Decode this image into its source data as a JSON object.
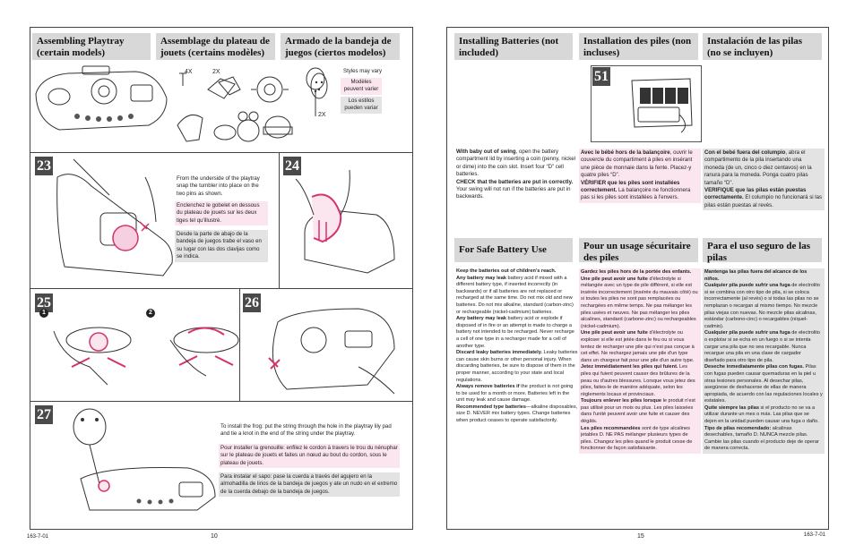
{
  "left_page": {
    "headers": {
      "en": "Assembling Playtray (certain models)",
      "fr": "Assemblage du plateau de jouets (certains modèles)",
      "es": "Armado de la bandeja de juegos (ciertos modelos)"
    },
    "parts": {
      "count_4x": "4X",
      "count_2x_top": "2X",
      "count_2x_bottom": "2X",
      "styles_en": "Styles may vary",
      "styles_fr": "Modèles peuvent varier",
      "styles_es": "Los estilos pueden variar"
    },
    "steps": {
      "s23": "23",
      "s24": "24",
      "s25": "25",
      "s26": "26",
      "s27": "27"
    },
    "sub_steps": {
      "one": "1",
      "two": "2"
    },
    "step23": {
      "en": "From the underside of the playtray snap the tumbler into place on the two pins as shown.",
      "fr": "Enclenchez le gobelet en dessous du plateau de jouets sur les deux tiges tel qu'illustré.",
      "es": "Desde la parte de abajo de la bandeja de juegos trabe el vaso en su lugar con las dos clavijas como se indica."
    },
    "step27": {
      "en": "To install the frog: put the string through the hole in the playtray lily pad and tie a knot in the end of the string under the playtray.",
      "fr": "Pour installer la grenouille: enfilez le cordon à travers le trou du nénuphar sur le plateau de jouets et faites un nœud au bout du cordon, sous le plateau de jouets.",
      "es": "Para instalar el sapo: pase la cuerda a través del agujero en la almohadilla de lirios de la bandeja de juegos y ate un nudo en el extremo de la cuerda debajo de la bandeja de juegos."
    },
    "footer": {
      "code": "163-7-01",
      "page": "10"
    }
  },
  "right_page": {
    "headers": {
      "en": "Installing Batteries (not included)",
      "fr": "Installation des piles (non incluses)",
      "es": "Instalación de las pilas (no se incluyen)"
    },
    "step": "51",
    "install": {
      "en_lead": "With baby out of swing",
      "en_1": ", open the battery compartment lid by inserting a coin (penny, nickel or dime) into the coin slot. Insert four “D” cell batteries.",
      "en_check": "CHECK that the batteries are put in correctly.",
      "en_2": " Your swing will not run if the batteries are put in backwards.",
      "fr_lead": "Avec le bébé hors de la balançoire",
      "fr_1": ", ouvrir le couvercle du compartiment à piles en insérant une pièce de monnaie dans la fente. Placez-y quatre piles “D”.",
      "fr_check": "VÉRIFIER que les piles sont installées correctement.",
      "fr_2": " La balançoire ne fonctionnera pas si les piles sont installées à l'envers.",
      "es_lead": "Con el bebé fuera del columpio",
      "es_1": ", abra el compartimento de la pila insertando una moneda (de un, cinco o diez centavos) en la ranura para la moneda. Ponga cuatro pilas tamaño “D”.",
      "es_check": "VERIFIQUE que las pilas están puestas correctamente.",
      "es_2": " El columpio no funcionará si las pilas están puestas al revés."
    },
    "safety_headers": {
      "en": "For Safe Battery Use",
      "fr": "Pour un usage sécuritaire des piles",
      "es": "Para el uso seguro de las pilas"
    },
    "safety_en": [
      {
        "b": "Keep the batteries out of children's reach.",
        "t": ""
      },
      {
        "b": "Any battery may leak",
        "t": " battery acid if mixed with a different battery type, if inserted incorrectly (in backwards) or if all batteries are not replaced or recharged at the same time. Do not mix old and new batteries. Do not mix alkaline, standard (carbon-zinc) or rechargeable (nickel-cadmium) batteries."
      },
      {
        "b": "Any battery may leak",
        "t": " battery acid or explode if disposed of in fire or an attempt is made to charge a battery not intended to be recharged. Never recharge a cell of one type in a recharger made for a cell of another type."
      },
      {
        "b": "Discard leaky batteries immediately.",
        "t": " Leaky batteries can cause skin burns or other personal injury. When discarding batteries, be sure to dispose of them in the proper manner, according to your state and local regulations."
      },
      {
        "b": "Always remove batteries if",
        "t": " the product is not going to be used for a month or more. Batteries left in the unit may leak and cause damage."
      },
      {
        "b": "Recommended type batteries",
        "t": "—alkaline disposables, size D. NEVER mix battery types. Change batteries when product ceases to operate satisfactorily."
      }
    ],
    "safety_fr": [
      {
        "b": "Gardez les piles hors de la portée des enfants.",
        "t": ""
      },
      {
        "b": "Une pile peut avoir une fuite",
        "t": " d'électrolyte si mélangée avec un type de pile différent, si elle est insérée incorrectement (insérée du mauvais côté) ou si toutes les piles ne sont pas remplacées ou rechargées en même temps. Ne pas mélanger les piles usées et neuves. Ne pas mélanger les piles alcalines, standard (carbone-zinc) ou rechargeables (nickel-cadmium)."
      },
      {
        "b": "Une pile peut avoir une fuite",
        "t": " d'électrolyte ou exploser si elle est jetée dans le feu ou si vous tentez de recharger une pile qui n'est pas conçue à cet effet. Ne rechargez jamais une pile d'un type dans un chargeur fait pour une pile d'un autre type."
      },
      {
        "b": "Jetez immédiatement les piles qui fuient.",
        "t": " Les piles qui fuient peuvent causer des brûlures de la peau ou d'autres blessures. Lorsque vous jetez des piles, faites-le de manière adéquate, selon les règlements locaux et provinciaux."
      },
      {
        "b": "Toujours enlever les piles lorsque",
        "t": " le produit n'est pas utilisé pour un mois ou plus. Les piles laissées dans l'unité peuvent avoir une fuite et causer des dégâts."
      },
      {
        "b": "Les piles recommandées",
        "t": " sont de type alcalines jetables D. NE PAS mélanger plusieurs types de piles. Changez les piles quand le produit cesse de fonctionner de façon satisfaisante."
      }
    ],
    "safety_es": [
      {
        "b": "Mantenga las pilas fuera del alcance de los niños.",
        "t": ""
      },
      {
        "b": "Cualquier pila puede sufrir una fuga",
        "t": " de electrolito si se combina con otro tipo de pila, si se coloca incorrectamente (al revés) o si todas las pilas no se remplazan o recargan al mismo tiempo. No mezcle pilas viejas con nuevas. No mezcle pilas alcalinas, estándar (carbono-cinc) o recargables (níquel-cadmio)."
      },
      {
        "b": "Cualquier pila puede sufrir una fuga",
        "t": " de electrolito o explotar si se echa en un fuego o si se intenta cargar una pila que no sea recargable. Nunca recargue una pila en una clase de cargador diseñado para otro tipo de pila."
      },
      {
        "b": "Deseche inmediatamente pilas con fugas.",
        "t": " Pilas con fugas pueden causar quemaduras en la piel u otras lesiones personales. Al desechar pilas, asegúrese de deshacerse de ellas de manera apropiada, de acuerdo con las regulaciones locales y estatales."
      },
      {
        "b": "Quite siempre las pilas",
        "t": " si el producto no se va a utilizar durante un mes o más. Las pilas que se dejen en la unidad pueden causar una fuga o daño."
      },
      {
        "b": "Tipo de pilas recomendado:",
        "t": " alcalinas desechables, tamaño D. NUNCA mezcle pilas. Cambie las pilas cuando el producto deje de operar de manera correcta."
      }
    ],
    "footer": {
      "page": "15",
      "code": "163-7-01"
    }
  }
}
